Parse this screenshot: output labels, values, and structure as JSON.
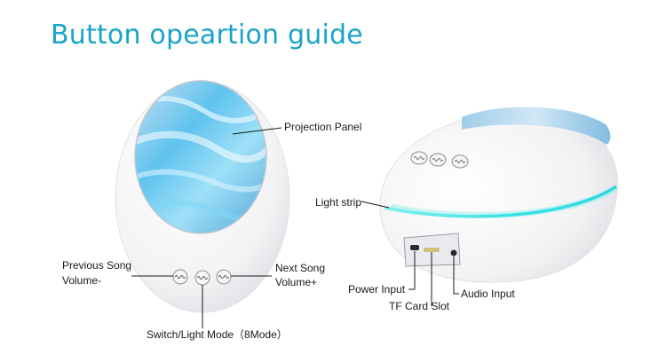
{
  "page": {
    "title": "Button opeartion guide"
  },
  "labels": {
    "projection_panel": "Projection Panel",
    "previous_song": "Previous Song",
    "volume_minus": "Volume-",
    "next_song": "Next Song",
    "volume_plus": "Volume+",
    "switch_mode": "Switch/Light Mode（8Mode）",
    "light_strip": "Light strip",
    "power_input": "Power Input",
    "tf_card_slot": "TF Card Slot",
    "audio_input": "Audio Input"
  },
  "colors": {
    "title": "#19a3c8",
    "light_strip": "#3fe3e3",
    "projection_panel": "#7ad0f0",
    "leader_line": "#1a1a1a",
    "body_shell": "#f4f4f6"
  },
  "icons": {
    "prev_button": "prev-wave-icon",
    "mode_button": "mode-wave-icon",
    "next_button": "next-wave-icon"
  }
}
